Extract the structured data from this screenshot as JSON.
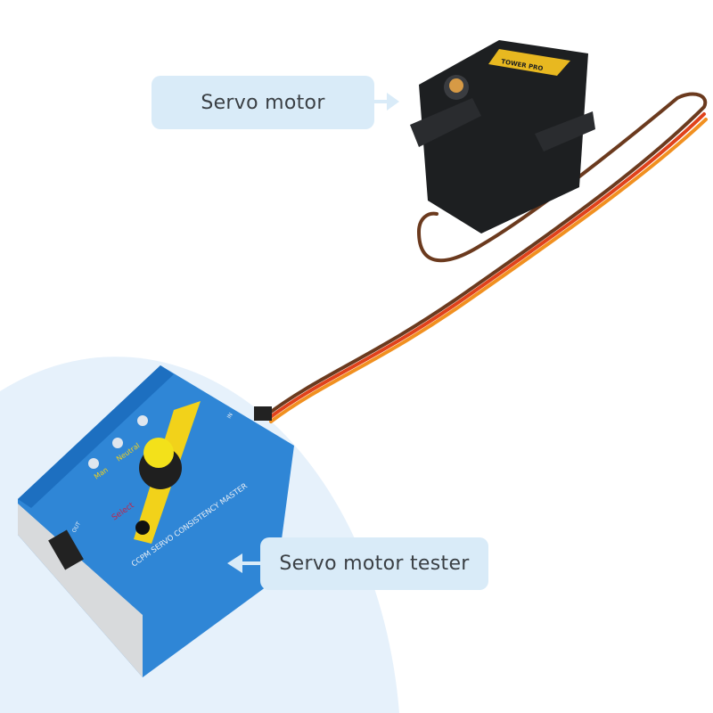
{
  "labels": {
    "servo_motor": "Servo motor",
    "servo_motor_tester": "Servo motor tester"
  },
  "product_print": {
    "tester_title": "CCPM SERVO CONSISTENCY MASTER",
    "mode_man": "Man",
    "mode_neutral": "Neutral",
    "select": "Select",
    "out": "OUT",
    "in": "IN",
    "servo_brand": "TOWER PRO"
  },
  "colors": {
    "label_bg": "#d9ebf8",
    "background_circle": "#e6f1fb",
    "tester_body": "#2f86d6",
    "knob": "#f3e11a",
    "servo_body": "#1d1f21"
  }
}
